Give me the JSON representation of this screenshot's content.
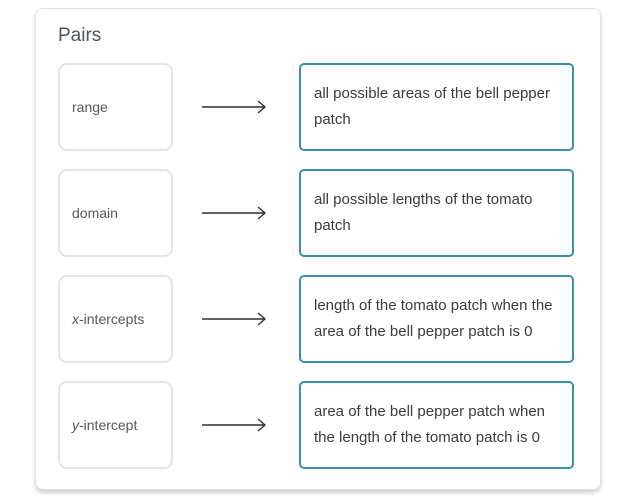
{
  "card": {
    "title": "Pairs"
  },
  "colors": {
    "accent_border": "#3a8fb0",
    "term_border": "#e4e4e4",
    "card_border": "#e2e2e2",
    "title_text": "#4d545b",
    "term_text": "#585858",
    "definition_text": "#3b3b3b",
    "arrow": "#2f2f2f"
  },
  "icons": {
    "arrow_right": "long-right-arrow"
  },
  "pairs": [
    {
      "term_italic": "",
      "term_rest": "range",
      "definition": "all possible areas of the bell pepper patch"
    },
    {
      "term_italic": "",
      "term_rest": "domain",
      "definition": "all possible lengths of the tomato patch"
    },
    {
      "term_italic": "x",
      "term_rest": "-intercepts",
      "definition": "length of the tomato patch when the area of the bell pepper patch is 0"
    },
    {
      "term_italic": "y",
      "term_rest": "-intercept",
      "definition": "area of the bell pepper patch when the length of the tomato patch is 0"
    }
  ]
}
